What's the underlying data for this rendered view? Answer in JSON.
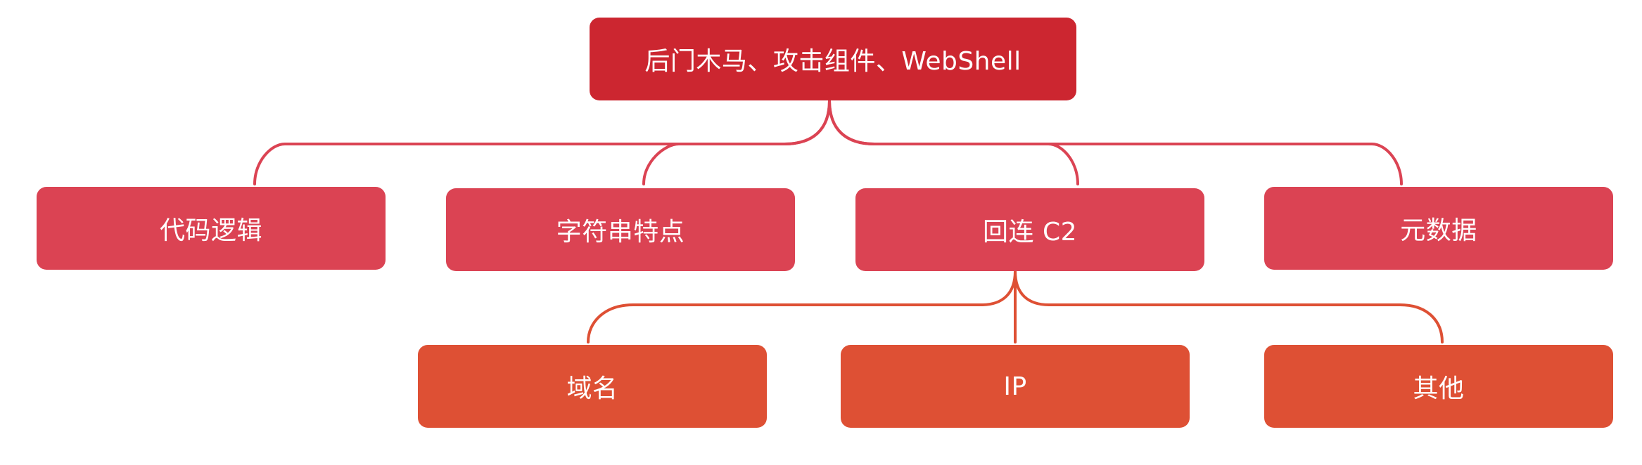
{
  "colors": {
    "root": "#cc2630",
    "level1": "#db4353",
    "level2": "#de5034",
    "level1_connector": "#db4353",
    "level2_connector": "#de5034",
    "text": "#ffffff"
  },
  "root": {
    "label": "后门木马、攻击组件、WebShell"
  },
  "level1": [
    {
      "label": "代码逻辑"
    },
    {
      "label": "字符串特点"
    },
    {
      "label": "回连 C2"
    },
    {
      "label": "元数据"
    }
  ],
  "c2_children": [
    {
      "label": "域名"
    },
    {
      "label": "IP"
    },
    {
      "label": "其他"
    }
  ]
}
